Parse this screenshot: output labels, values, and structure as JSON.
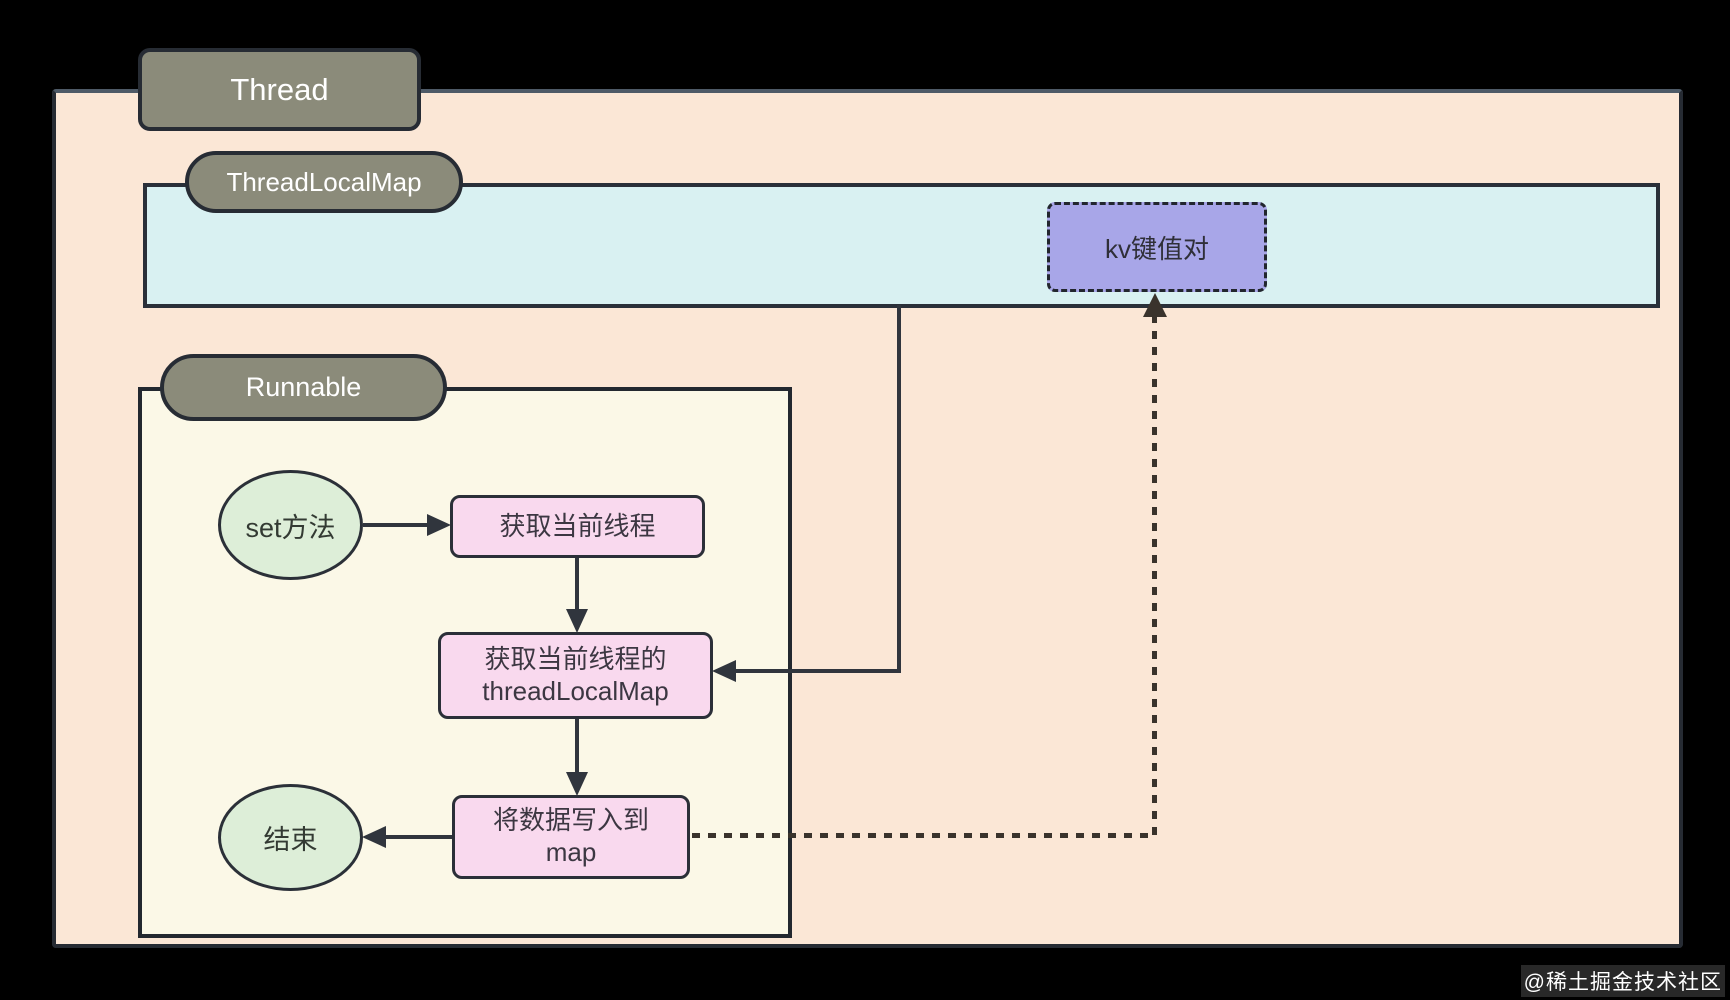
{
  "labels": {
    "thread": "Thread",
    "threadlocalmap": "ThreadLocalMap",
    "runnable": "Runnable"
  },
  "nodes": {
    "kv_pair": "kv键值对",
    "set_method": "set方法",
    "get_current_thread": "获取当前线程",
    "get_threadlocalmap": "获取当前线程的\nthreadLocalMap",
    "write_to_map": "将数据写入到\nmap",
    "end": "结束"
  },
  "edges": [
    {
      "from": "set_method",
      "to": "get_current_thread",
      "style": "solid"
    },
    {
      "from": "get_current_thread",
      "to": "get_threadlocalmap",
      "style": "solid"
    },
    {
      "from": "threadlocalmap_container",
      "to": "get_threadlocalmap",
      "style": "solid"
    },
    {
      "from": "get_threadlocalmap",
      "to": "write_to_map",
      "style": "solid"
    },
    {
      "from": "write_to_map",
      "to": "end",
      "style": "solid"
    },
    {
      "from": "write_to_map",
      "to": "kv_pair",
      "style": "dotted"
    }
  ],
  "watermark": "@稀土掘金技术社区",
  "colors": {
    "canvas_background": "#000000",
    "thread_container_fill": "#fbe7d6",
    "threadlocalmap_bar_fill": "#d9f1f2",
    "runnable_container_fill": "#fbf8e7",
    "title_pill_fill": "#8b8b7a",
    "process_box_fill": "#f9d9ee",
    "terminal_ellipse_fill": "#ddeed8",
    "kv_box_fill": "#a8a6e8",
    "border_dark": "#2a3039",
    "arrow_solid": "#30353d",
    "arrow_dotted": "#3a332c"
  }
}
